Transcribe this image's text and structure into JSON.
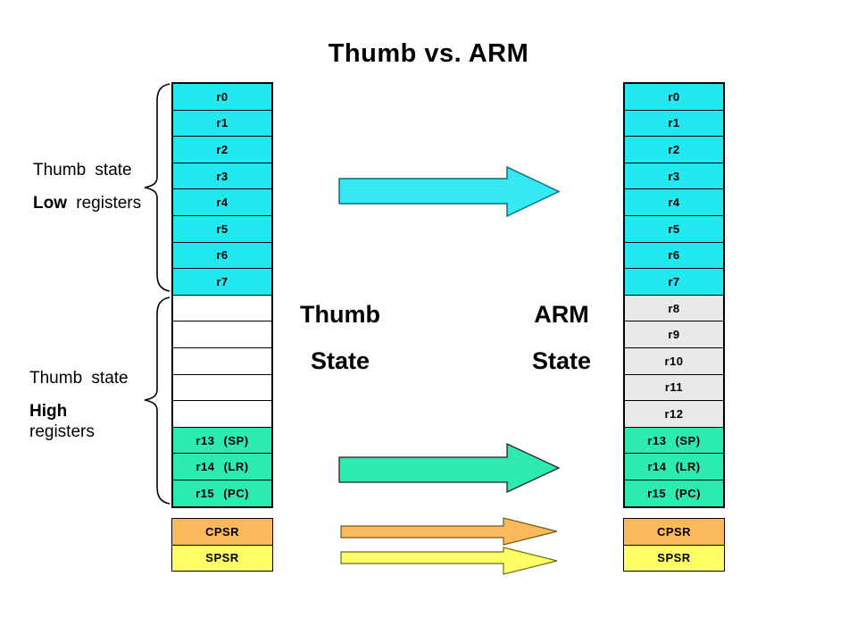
{
  "title": "Thumb vs. ARM",
  "labels": {
    "low_group": {
      "line1": "Thumb state",
      "bold_word": "Low",
      "rest": " registers"
    },
    "high_group": {
      "line1": "Thumb state",
      "bold_word": "High",
      "rest": "registers"
    }
  },
  "center_labels": {
    "thumb": {
      "line1": "Thumb",
      "line2": "State"
    },
    "arm": {
      "line1": "ARM",
      "line2": "State"
    }
  },
  "columns": {
    "left": {
      "registers": [
        {
          "label": "r0",
          "type": "low"
        },
        {
          "label": "r1",
          "type": "low"
        },
        {
          "label": "r2",
          "type": "low"
        },
        {
          "label": "r3",
          "type": "low"
        },
        {
          "label": "r4",
          "type": "low"
        },
        {
          "label": "r5",
          "type": "low"
        },
        {
          "label": "r6",
          "type": "low"
        },
        {
          "label": "r7",
          "type": "low"
        },
        {
          "label": "",
          "type": "empty"
        },
        {
          "label": "",
          "type": "empty"
        },
        {
          "label": "",
          "type": "empty"
        },
        {
          "label": "",
          "type": "empty"
        },
        {
          "label": "",
          "type": "empty"
        },
        {
          "label": "r13 (SP)",
          "type": "high"
        },
        {
          "label": "r14 (LR)",
          "type": "high"
        },
        {
          "label": "r15 (PC)",
          "type": "high"
        }
      ],
      "psr": [
        "CPSR",
        "SPSR"
      ]
    },
    "right": {
      "registers": [
        {
          "label": "r0",
          "type": "low"
        },
        {
          "label": "r1",
          "type": "low"
        },
        {
          "label": "r2",
          "type": "low"
        },
        {
          "label": "r3",
          "type": "low"
        },
        {
          "label": "r4",
          "type": "low"
        },
        {
          "label": "r5",
          "type": "low"
        },
        {
          "label": "r6",
          "type": "low"
        },
        {
          "label": "r7",
          "type": "low"
        },
        {
          "label": "r8",
          "type": "banked"
        },
        {
          "label": "r9",
          "type": "banked"
        },
        {
          "label": "r10",
          "type": "banked"
        },
        {
          "label": "r11",
          "type": "banked"
        },
        {
          "label": "r12",
          "type": "banked"
        },
        {
          "label": "r13 (SP)",
          "type": "high"
        },
        {
          "label": "r14 (LR)",
          "type": "high"
        },
        {
          "label": "r15 (PC)",
          "type": "high"
        }
      ],
      "psr": [
        "CPSR",
        "SPSR"
      ]
    }
  },
  "arrows": [
    {
      "name": "low-registers-arrow",
      "fill": "#35e8f2",
      "stroke": "#00737f"
    },
    {
      "name": "high-registers-arrow",
      "fill": "#2debb0",
      "stroke": "#222222"
    },
    {
      "name": "cpsr-arrow",
      "fill": "#fbb95c",
      "stroke": "#6e5b17"
    },
    {
      "name": "spsr-arrow",
      "fill": "#ffff66",
      "stroke": "#6e6e17"
    }
  ],
  "colors": {
    "low_register": "#22e8f0",
    "empty_register": "#ffffff",
    "banked_register": "#e9e9e9",
    "high_register": "#2cebb0",
    "cpsr": "#fbb95c",
    "spsr": "#ffff66"
  }
}
